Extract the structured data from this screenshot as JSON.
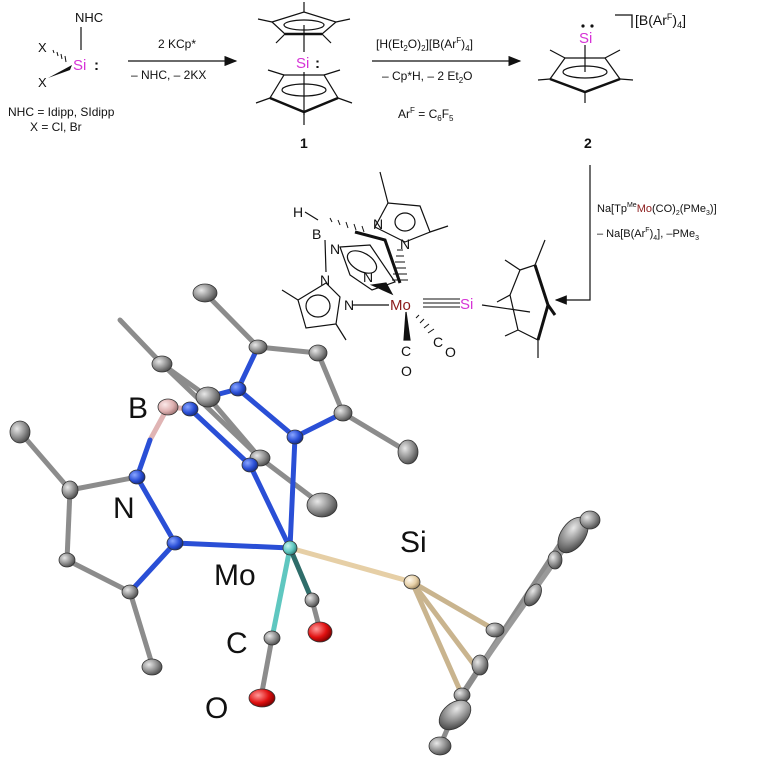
{
  "scheme": {
    "start_material": {
      "top_substituent": "NHC",
      "center_atom": "Si",
      "lone_pair": ":",
      "ligands": [
        "X",
        "X"
      ],
      "definitions": [
        "NHC = Idipp, SIdipp",
        "X = Cl, Br"
      ]
    },
    "step1": {
      "reagent_above": "2 KCp*",
      "byproducts_below": "– NHC, – 2KX"
    },
    "compound1": {
      "center_atom": "Si",
      "lone_pair": ":",
      "label": "1"
    },
    "step2": {
      "reagent_above": "[H(Et2O)2][B(ArF)4]",
      "byproducts_below": "– Cp*H, – 2 Et2O",
      "definition": "ArF = C6F5"
    },
    "compound2": {
      "center_atom": "Si",
      "counterion": "[B(ArF)4]",
      "label": "2"
    },
    "step3": {
      "reagent": "Na[TpMeMo(CO)2(PMe3)]",
      "byproducts": "– Na[B(ArF)4], –PMe3"
    },
    "product": {
      "atoms": [
        "H",
        "B",
        "N",
        "N",
        "N",
        "N",
        "N",
        "N",
        "Mo",
        "Si",
        "C",
        "O",
        "C",
        "O"
      ],
      "metal": "Mo",
      "silicon": "Si"
    }
  },
  "crystal_structure": {
    "labels": {
      "boron": "B",
      "nitrogen": "N",
      "molybdenum": "Mo",
      "silicon": "Si",
      "carbon": "C",
      "oxygen": "O"
    },
    "atom_colors": {
      "carbon": "#8a8a8a",
      "nitrogen": "#2a4fd6",
      "boron": "#e0b4b4",
      "molybdenum": "#5fc7c0",
      "silicon": "#e6cfa6",
      "oxygen": "#e01010"
    }
  },
  "colors": {
    "silicon_text": "#d633d6",
    "molybdenum_text": "#8b1a1a"
  }
}
